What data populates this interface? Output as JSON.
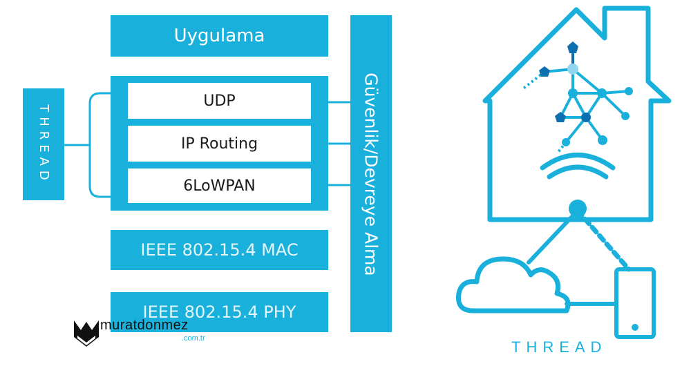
{
  "stack": {
    "application": "Uygulama",
    "transport": "UDP",
    "routing": "IP Routing",
    "adaptation": "6LoWPAN",
    "mac": "IEEE 802.15.4 MAC",
    "phy": "IEEE 802.15.4 PHY",
    "security": "Güvenlik/Devreye Alma"
  },
  "thread_logo_side": "THREAD",
  "thread_logo_bottom": "THREAD",
  "watermark": {
    "name": "muratdonmez",
    "domain": ".com.tr"
  },
  "colors": {
    "accent": "#1ab0dc",
    "accent_dark": "#0b6fb0",
    "accent_light": "#8fd6ee"
  }
}
